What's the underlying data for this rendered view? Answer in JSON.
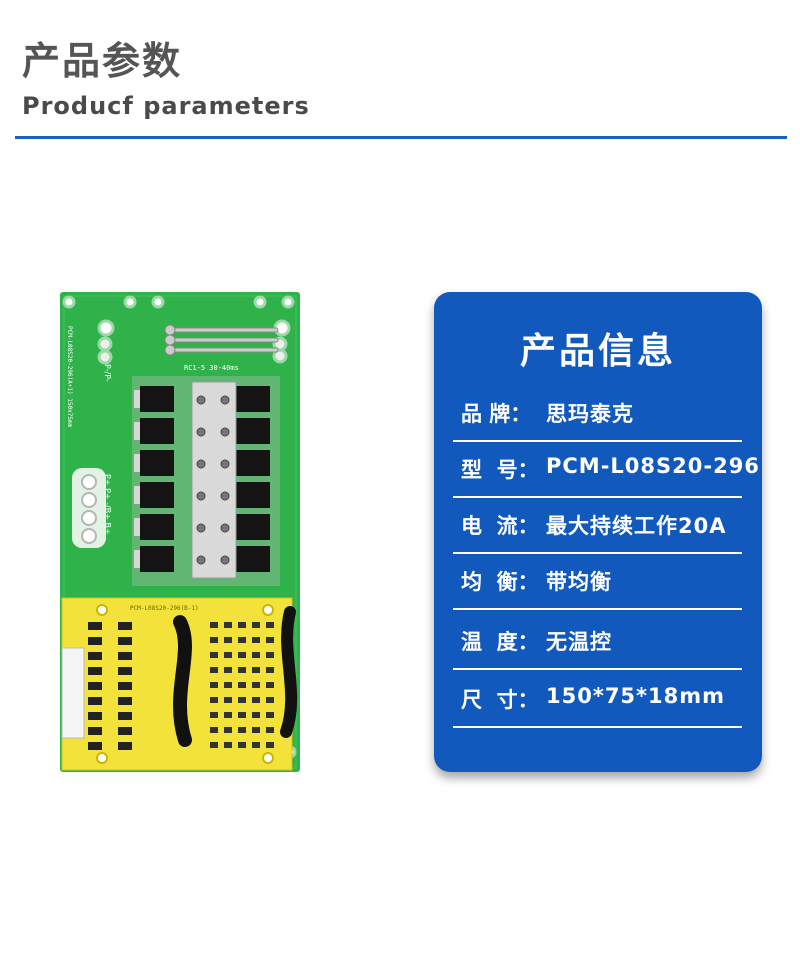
{
  "header": {
    "title_cn": "产品参数",
    "title_en": "Producf  parameters"
  },
  "info_card": {
    "title": "产品信息",
    "rows": [
      {
        "key": "品 牌：",
        "value": "思玛泰克"
      },
      {
        "key": "型  号：",
        "value": "PCM-L08S20-296"
      },
      {
        "key": "电  流：",
        "value": "最大持续工作20A"
      },
      {
        "key": "均  衡：",
        "value": "带均衡"
      },
      {
        "key": "温  度：",
        "value": "无温控"
      },
      {
        "key": "尺  寸：",
        "value": "150*75*18mm"
      }
    ]
  },
  "pcb_image": {
    "silkscreen_top": "RC1-5 30-40ms",
    "silkscreen_side": "PCM-L08S20-296(A+1) 150x75mm",
    "silkscreen_labels": [
      "P-/P-",
      "P+,P+,-/B+,B+"
    ],
    "silkscreen_yellow": "PCM-L08S20-296(B-1)",
    "colors": {
      "pcb_green": "#2fb24a",
      "pcb_yellow": "#f2e23a",
      "mosfet_black": "#141414",
      "bar_silver": "#d7d7d7"
    }
  }
}
